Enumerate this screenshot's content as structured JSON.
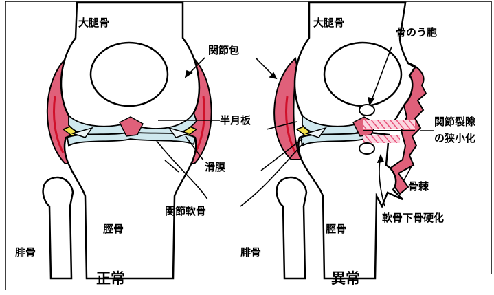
{
  "normal": {
    "caption": "正常",
    "femur": "大腿骨",
    "joint_capsule": "関節包",
    "meniscus": "半月板",
    "synovium": "滑膜",
    "articular_cartilage": "関節軟骨",
    "tibia": "脛骨",
    "fibula": "腓骨"
  },
  "abnormal": {
    "caption": "異常",
    "femur": "大腿骨",
    "bone_cyst": "骨のう胞",
    "joint_space_line1": "関節裂隙",
    "joint_space_line2": "の狭小化",
    "osteophyte": "骨棘",
    "subchondral_sclerosis": "軟骨下骨硬化",
    "tibia": "脛骨",
    "fibula": "腓骨"
  },
  "colors": {
    "capsule": "#e0607a",
    "capsule_red": "#d0102a",
    "cartilage": "#cfe8ee",
    "fat_pad": "#f2e24a",
    "narrowing_hatch": "#e8507a",
    "bone": "#ffffff",
    "outline": "#000000"
  }
}
